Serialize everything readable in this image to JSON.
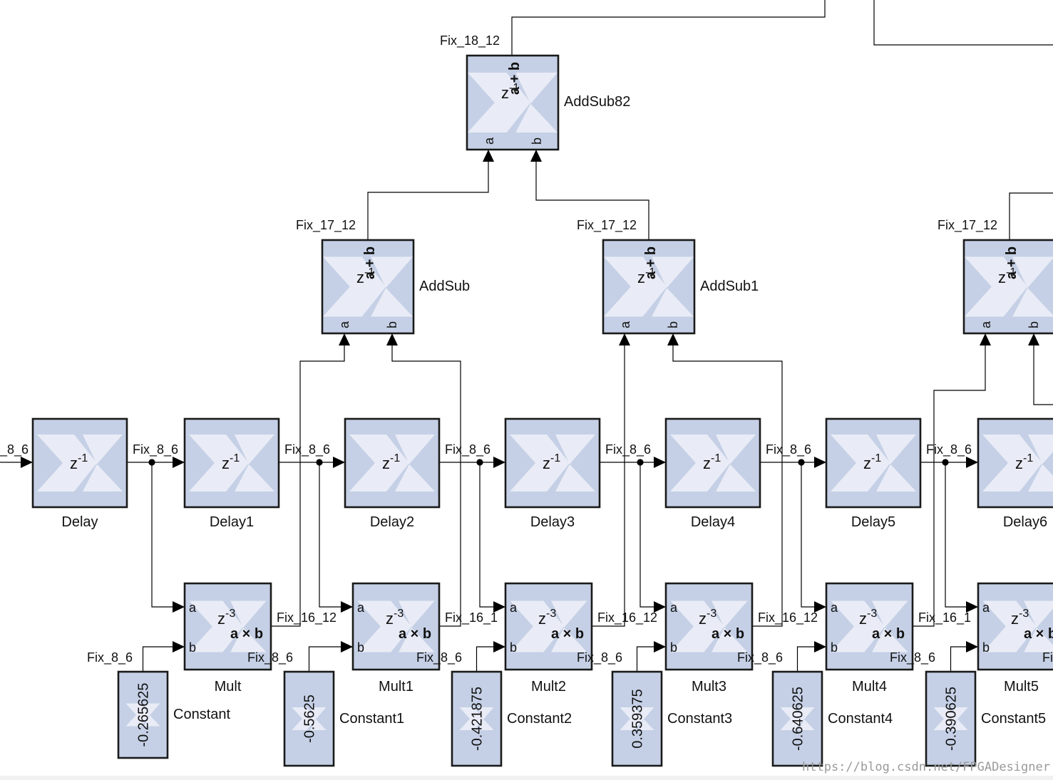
{
  "signals": {
    "fix_8_6": "Fix_8_6",
    "fix_8_6_clipped": "_8_6",
    "fix_16_12": "Fix_16_12",
    "fix_16_1": "Fix_16_1",
    "fix_17_12": "Fix_17_12",
    "fix_18_12": "Fix_18_12",
    "fi": "Fi"
  },
  "blocks": {
    "delays": [
      {
        "name": "Delay",
        "expr": "z",
        "sup": "-1"
      },
      {
        "name": "Delay1",
        "expr": "z",
        "sup": "-1"
      },
      {
        "name": "Delay2",
        "expr": "z",
        "sup": "-1"
      },
      {
        "name": "Delay3",
        "expr": "z",
        "sup": "-1"
      },
      {
        "name": "Delay4",
        "expr": "z",
        "sup": "-1"
      },
      {
        "name": "Delay5",
        "expr": "z",
        "sup": "-1"
      },
      {
        "name": "Delay6",
        "expr": "z",
        "sup": "-1"
      }
    ],
    "mults": [
      {
        "name": "Mult",
        "op": "a × b",
        "expr": "z",
        "sup": "-3",
        "port_a": "a",
        "port_b": "b"
      },
      {
        "name": "Mult1",
        "op": "a × b",
        "expr": "z",
        "sup": "-3",
        "port_a": "a",
        "port_b": "b"
      },
      {
        "name": "Mult2",
        "op": "a × b",
        "expr": "z",
        "sup": "-3",
        "port_a": "a",
        "port_b": "b"
      },
      {
        "name": "Mult3",
        "op": "a × b",
        "expr": "z",
        "sup": "-3",
        "port_a": "a",
        "port_b": "b"
      },
      {
        "name": "Mult4",
        "op": "a × b",
        "expr": "z",
        "sup": "-3",
        "port_a": "a",
        "port_b": "b"
      },
      {
        "name": "Mult5",
        "op": "a × b",
        "expr": "z",
        "sup": "-3",
        "port_a": "a",
        "port_b": "b"
      }
    ],
    "constants": [
      {
        "name": "Constant",
        "value": "-0.265625"
      },
      {
        "name": "Constant1",
        "value": "-0.5625"
      },
      {
        "name": "Constant2",
        "value": "-0.421875"
      },
      {
        "name": "Constant3",
        "value": "0.359375"
      },
      {
        "name": "Constant4",
        "value": "-0.640625"
      },
      {
        "name": "Constant5",
        "value": "-0.390625"
      }
    ],
    "addsubs": [
      {
        "name": "AddSub",
        "op": "a + b",
        "expr": "z",
        "sup": "-1",
        "port_a": "a",
        "port_b": "b"
      },
      {
        "name": "AddSub1",
        "op": "a + b",
        "expr": "z",
        "sup": "-1",
        "port_a": "a",
        "port_b": "b"
      },
      {
        "name": "AddSub82",
        "op": "a + b",
        "expr": "z",
        "sup": "-1",
        "port_a": "a",
        "port_b": "b"
      },
      {
        "name": "",
        "op": "a + b",
        "expr": "z",
        "sup": "-1",
        "port_a": "a",
        "port_b": "b"
      }
    ]
  },
  "watermark": "https://blog.csdn.net/FPGADesigner",
  "colors": {
    "block_fill": "#c5d0e6",
    "block_border": "#1a1a1a",
    "wire": "#000000"
  }
}
